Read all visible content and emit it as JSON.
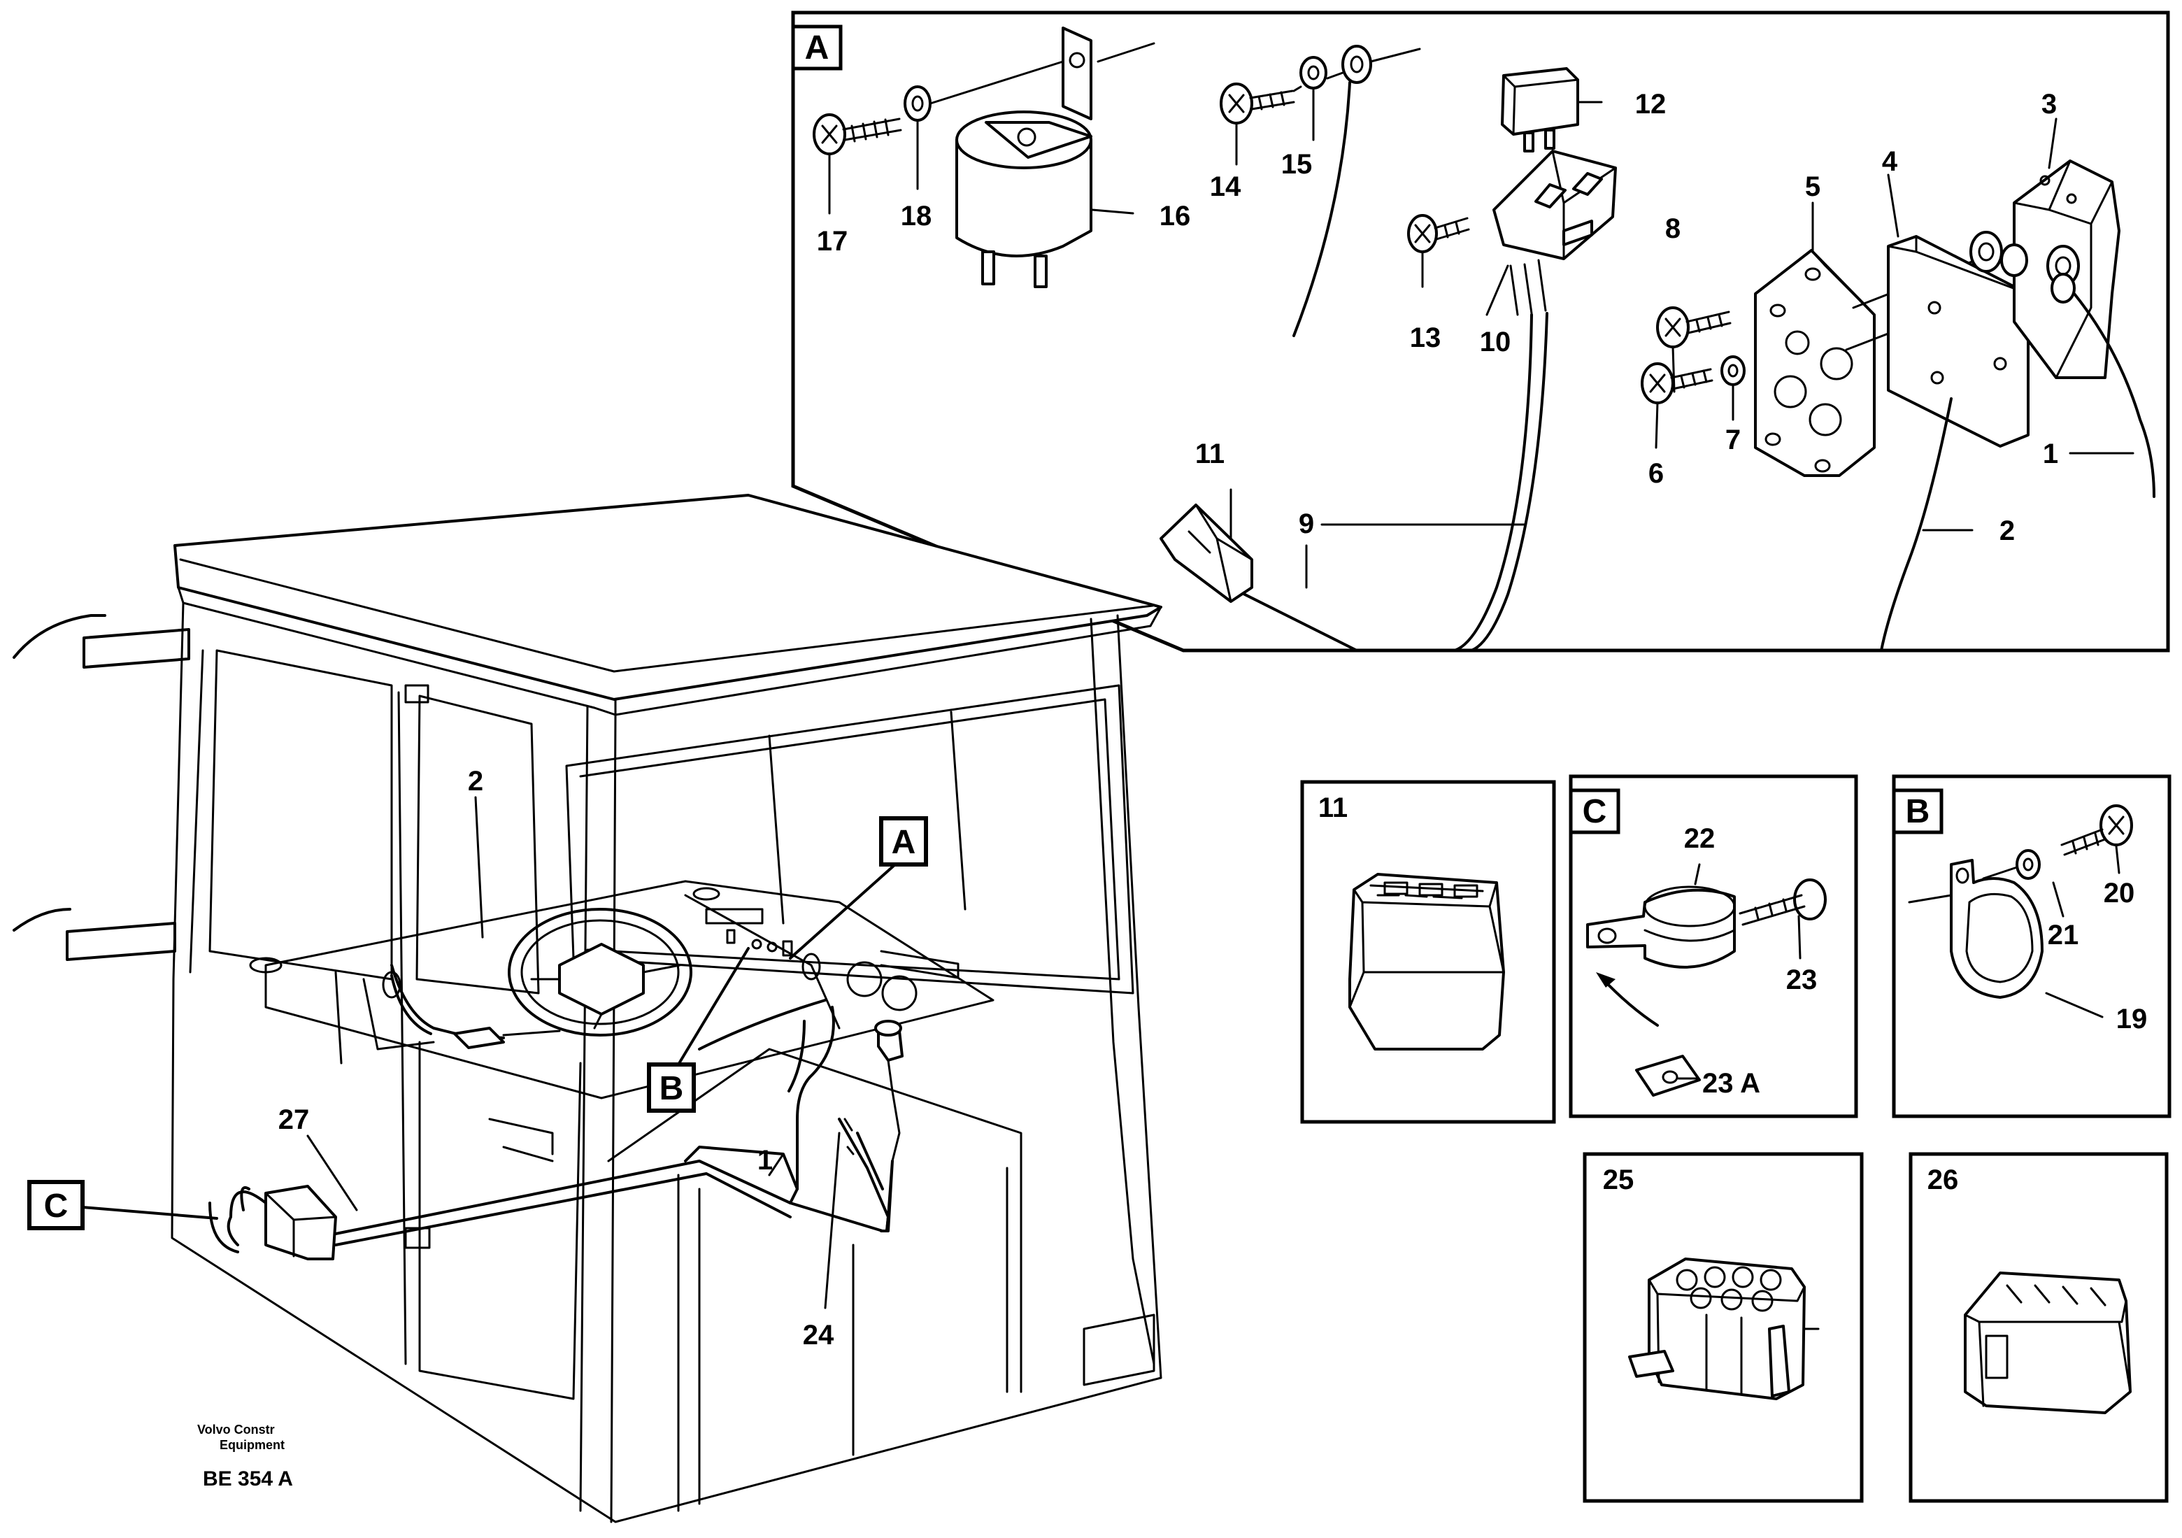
{
  "callouts": {
    "A": "A",
    "B": "B",
    "C": "C"
  },
  "main_labels": {
    "l1": "1",
    "l2": "2",
    "l24": "24",
    "l27": "27"
  },
  "detail_a_labels": {
    "l1": "1",
    "l2": "2",
    "l3": "3",
    "l4": "4",
    "l5": "5",
    "l6": "6",
    "l7": "7",
    "l8": "8",
    "l9a": "9",
    "l9b": "9",
    "l10": "10",
    "l11": "11",
    "l12": "12",
    "l13": "13",
    "l14": "14",
    "l15": "15",
    "l16": "16",
    "l17": "17",
    "l18": "18"
  },
  "detail_11": {
    "title": "11"
  },
  "detail_c": {
    "title": "C",
    "l22": "22",
    "l23": "23",
    "l23a": "23 A"
  },
  "detail_b": {
    "title": "B",
    "l19": "19",
    "l20": "20",
    "l21": "21"
  },
  "detail_25": {
    "title": "25"
  },
  "detail_26": {
    "title": "26"
  },
  "footer": {
    "company_line1": "Volvo Constr",
    "company_line2": "Equipment",
    "code": "BE 354 A"
  }
}
